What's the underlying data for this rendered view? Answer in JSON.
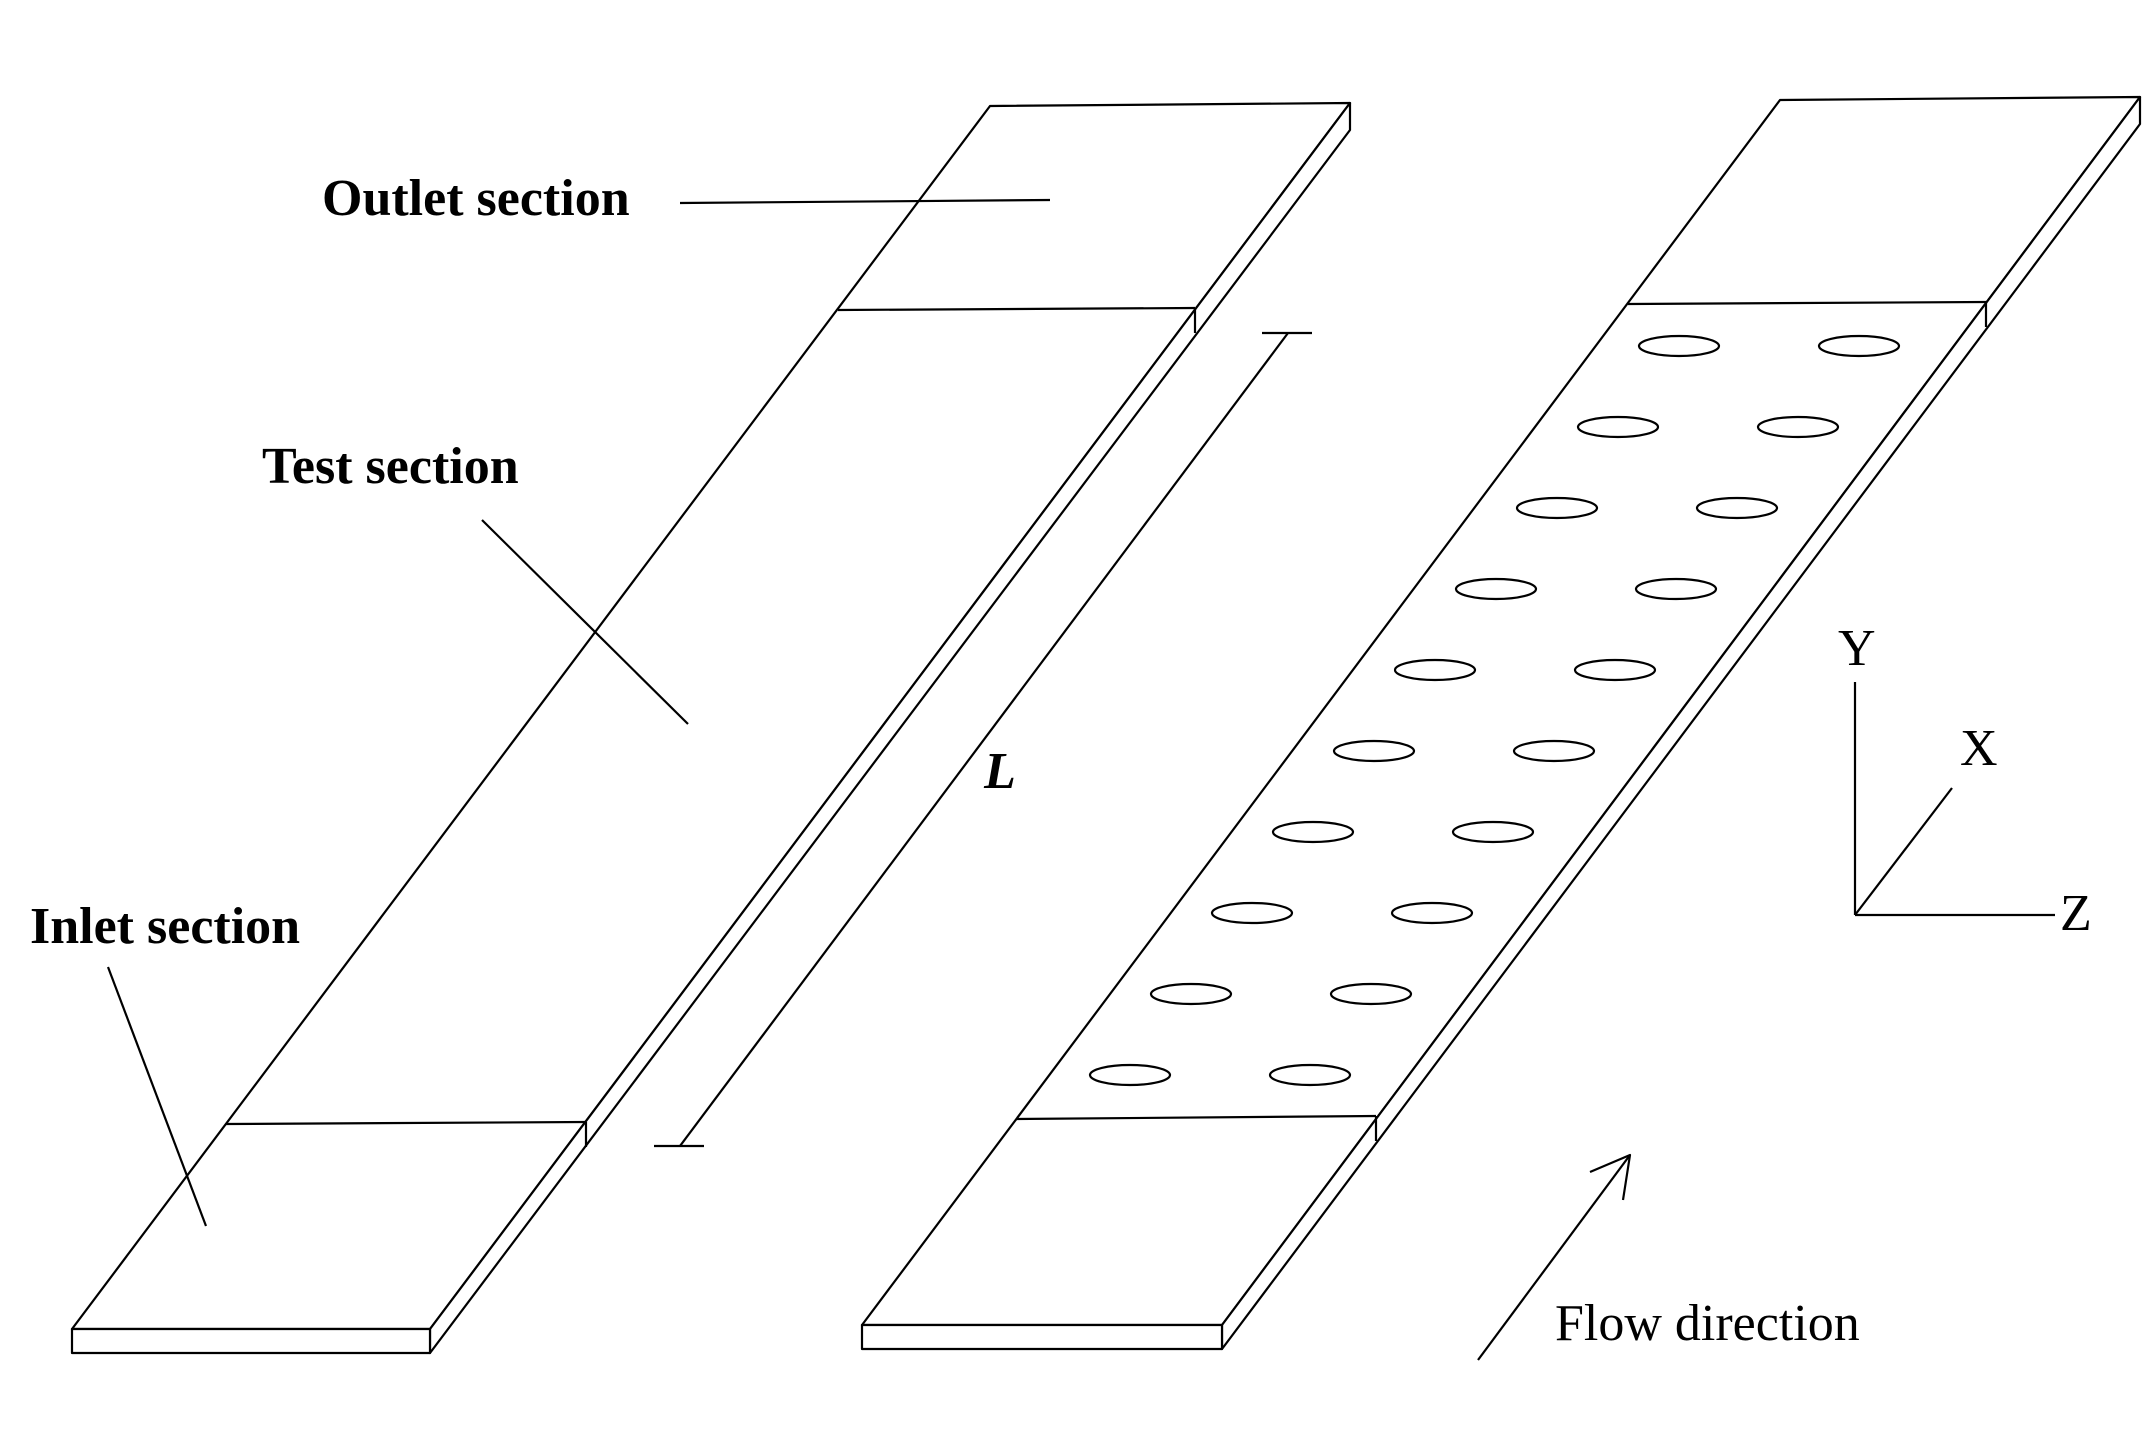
{
  "labels": {
    "outlet": "Outlet section",
    "test": "Test section",
    "inlet": "Inlet section",
    "length": "L",
    "flow": "Flow direction"
  },
  "axes": {
    "y": "Y",
    "x": "X",
    "z": "Z"
  },
  "plain_channel": {
    "sections": [
      "inlet",
      "test",
      "outlet"
    ]
  },
  "dimpled_channel": {
    "sections": [
      "inlet",
      "test",
      "outlet"
    ],
    "dimple_columns": 2,
    "dimple_rows": 10
  },
  "colors": {
    "stroke": "#000000",
    "background": "#ffffff"
  }
}
